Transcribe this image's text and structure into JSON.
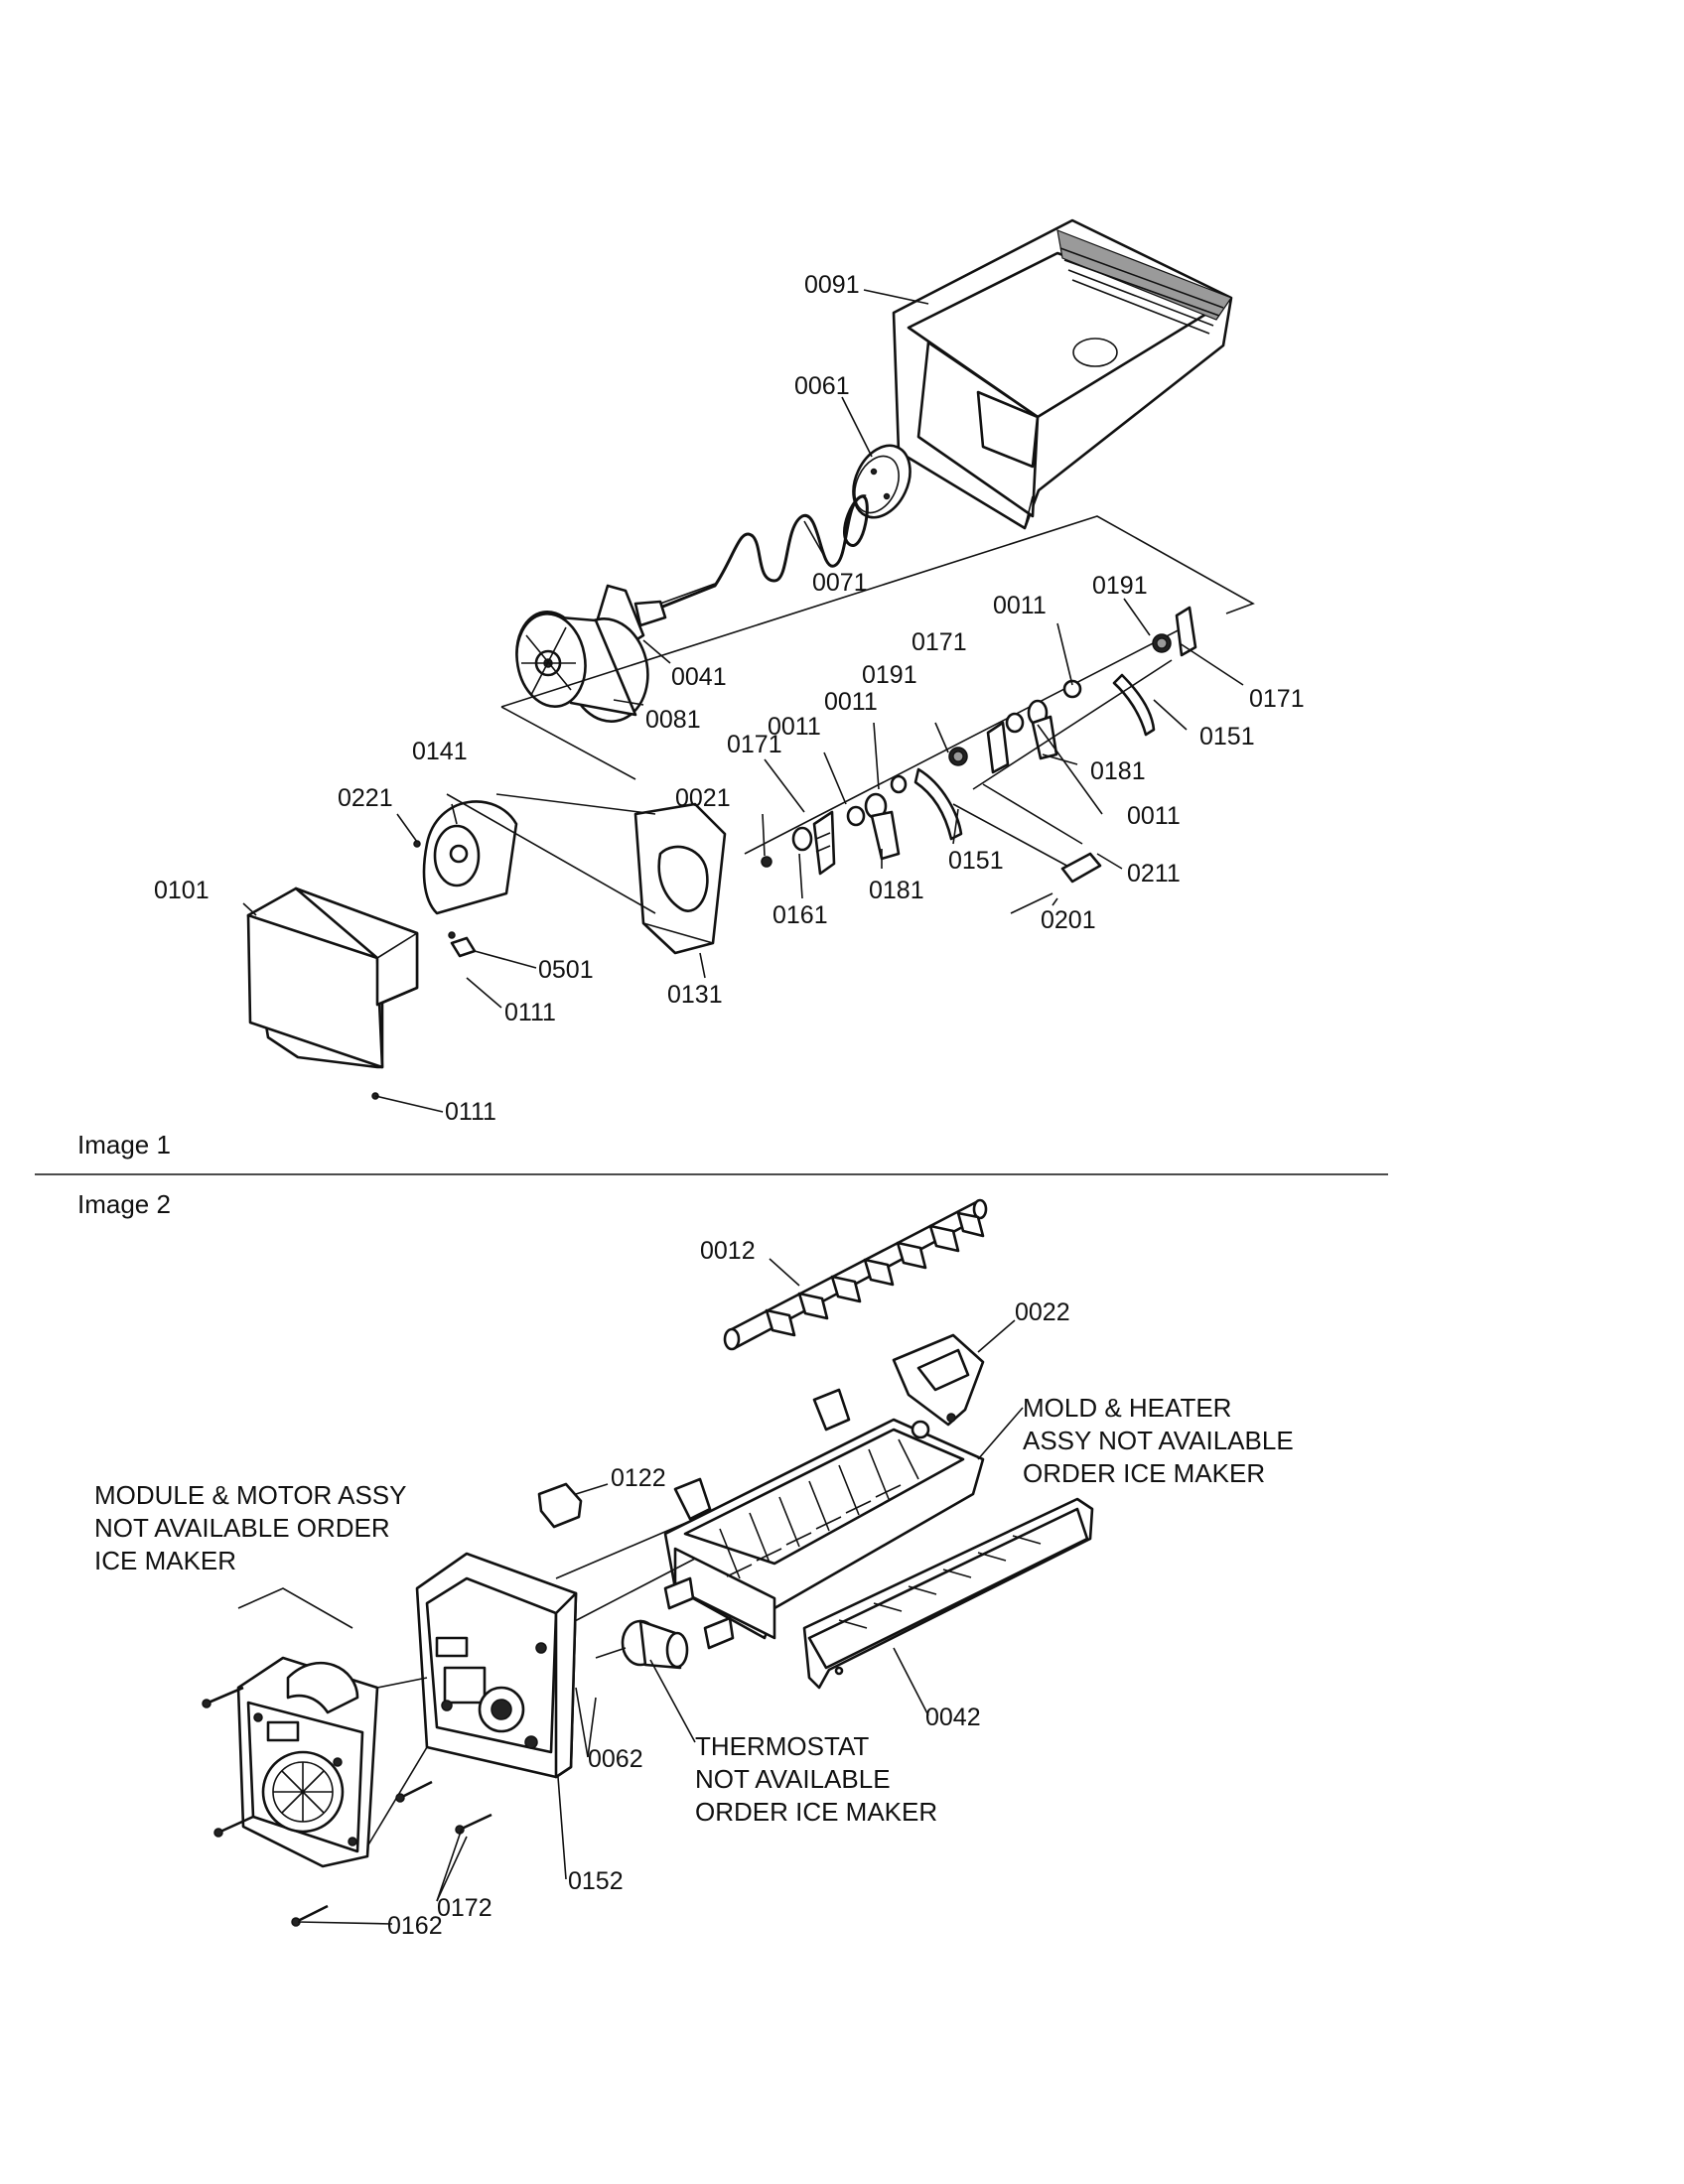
{
  "image1": {
    "caption": "Image 1",
    "callouts": {
      "c0091": "0091",
      "c0061": "0061",
      "c0071": "0071",
      "c0041": "0041",
      "c0081": "0081",
      "c0011a": "0011",
      "c0191a": "0191",
      "c0171a": "0171",
      "c0171b": "0171",
      "c0151a": "0151",
      "c0181a": "0181",
      "c0011b": "0011",
      "c0011c": "0011",
      "c0191b": "0191",
      "c0011d": "0011",
      "c0171c": "0171",
      "c0021": "0021",
      "c0161": "0161",
      "c0181b": "0181",
      "c0151b": "0151",
      "c0211": "0211",
      "c0201": "0201",
      "c0141": "0141",
      "c0221": "0221",
      "c0101": "0101",
      "c0501": "0501",
      "c0111a": "0111",
      "c0131": "0131",
      "c0111b": "0111"
    }
  },
  "image2": {
    "caption": "Image 2",
    "callouts": {
      "c0012": "0012",
      "c0022": "0022",
      "c0122": "0122",
      "c0042": "0042",
      "c0062": "0062",
      "c0152": "0152",
      "c0172": "0172",
      "c0162": "0162"
    },
    "notes": {
      "mold_heater": [
        "MOLD & HEATER",
        "ASSY NOT AVAILABLE",
        "ORDER ICE MAKER"
      ],
      "module_motor": [
        "MODULE & MOTOR ASSY",
        "NOT AVAILABLE ORDER",
        "ICE MAKER"
      ],
      "thermostat": [
        "THERMOSTAT",
        "NOT AVAILABLE",
        "ORDER ICE MAKER"
      ]
    }
  }
}
